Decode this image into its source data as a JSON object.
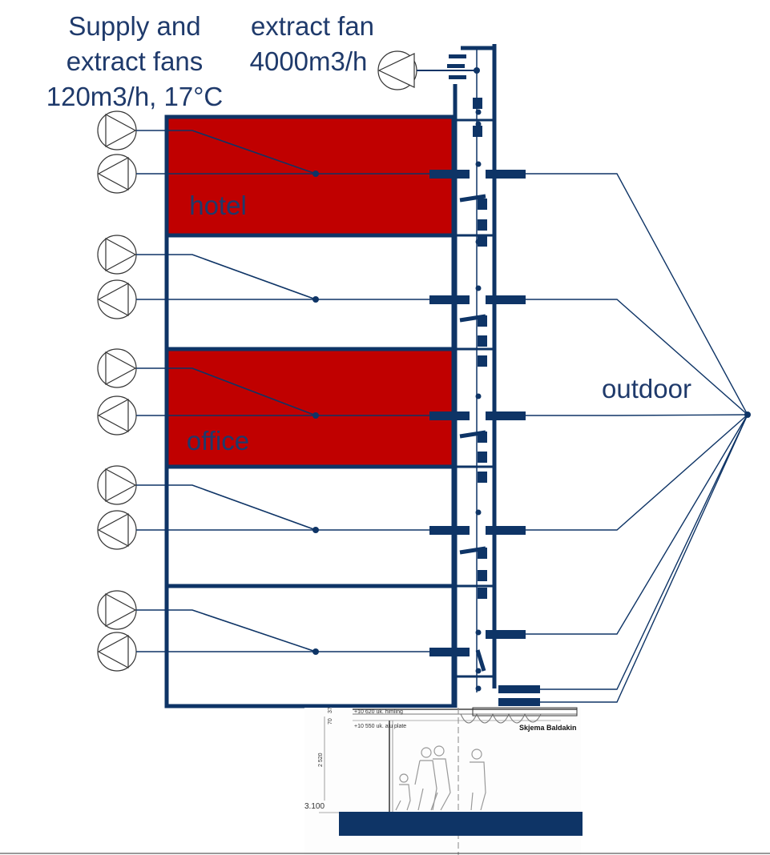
{
  "colors": {
    "navy": "#0e3466",
    "red": "#c00000",
    "label": "#1f3a6b"
  },
  "labels": {
    "fans_line1": "Supply and",
    "fans_line2": "extract fans",
    "fans_line3": "120m3/h, 17°C",
    "extract_line1": "extract fan",
    "extract_line2": "4000m3/h",
    "outdoor": "outdoor"
  },
  "floors": [
    {
      "label": "hotel",
      "heated": true
    },
    {
      "label": "",
      "heated": false
    },
    {
      "label": "office",
      "heated": true
    },
    {
      "label": "",
      "heated": false
    },
    {
      "label": "",
      "heated": false
    }
  ],
  "section": {
    "dim1": "+10 620 uk. himling",
    "dim2": "+10 550 uk. alu plate",
    "dim3": "2 520",
    "dim4": "70",
    "dim5": "37",
    "level": "3.100",
    "title": "Skjema Baldakin"
  }
}
